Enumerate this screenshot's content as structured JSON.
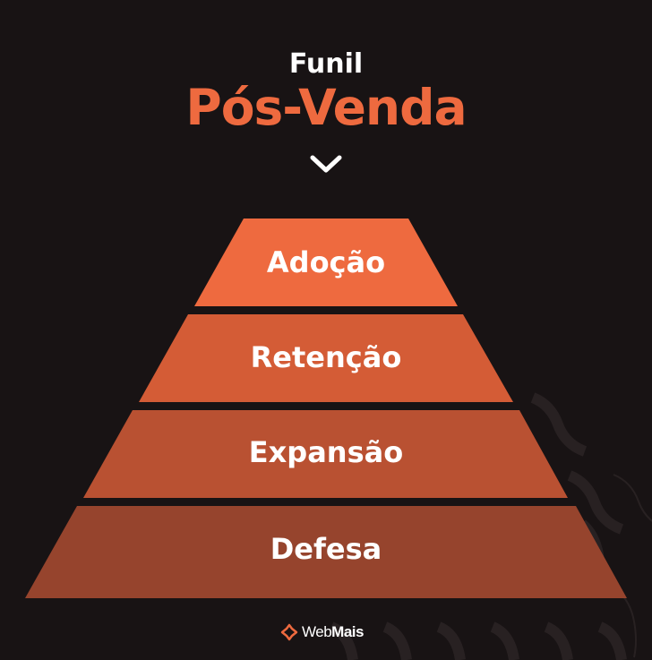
{
  "header": {
    "line1": "Funil",
    "line2": "Pós-Venda",
    "accent_color": "#EE6A3F",
    "arrow_icon": "chevron-down-icon"
  },
  "funnel": {
    "layers": [
      {
        "label": "Adoção",
        "color": "#EE6A3F"
      },
      {
        "label": "Retenção",
        "color": "#D45C36"
      },
      {
        "label": "Expansão",
        "color": "#B95132"
      },
      {
        "label": "Defesa",
        "color": "#96442D"
      }
    ]
  },
  "footer": {
    "brand_light": "Web",
    "brand_bold": "Mais",
    "logo_icon": "webmais-logo-icon"
  },
  "colors": {
    "background": "#181314",
    "text": "#FFFFFF"
  }
}
